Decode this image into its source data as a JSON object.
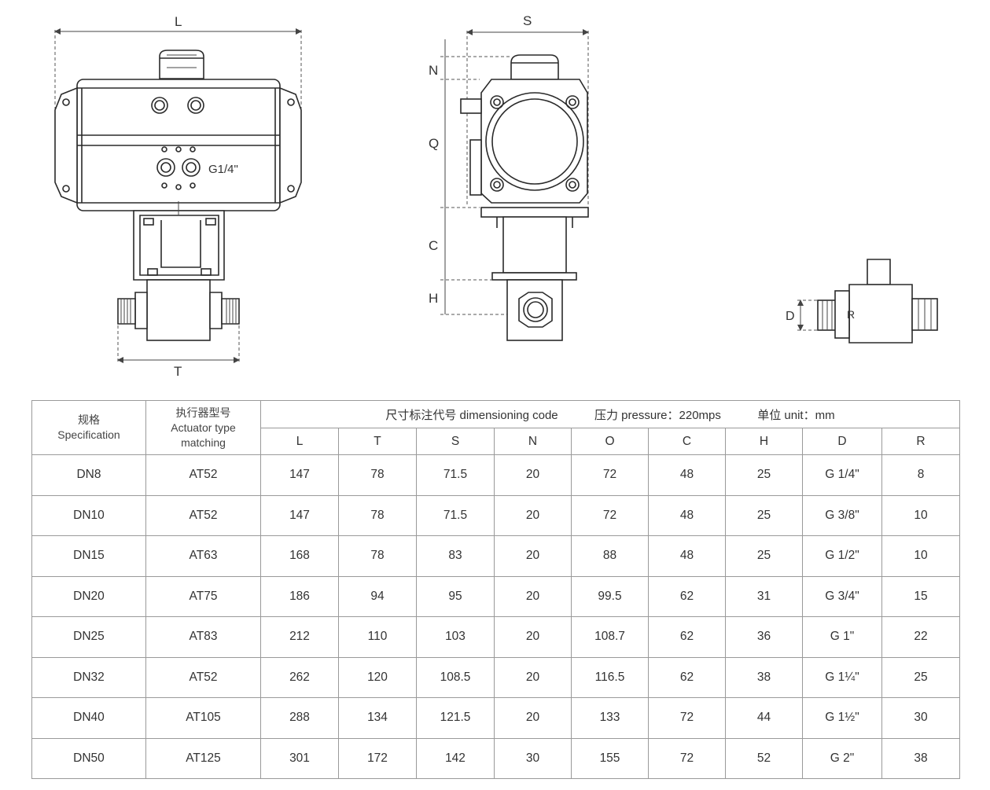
{
  "drawing": {
    "labels": {
      "L": "L",
      "T": "T",
      "S": "S",
      "N": "N",
      "Q": "Q",
      "C": "C",
      "H": "H",
      "D": "D",
      "R": "R"
    },
    "port_label": "G1/4\""
  },
  "table": {
    "col_spec_cn": "规格",
    "col_spec_en": "Specification",
    "col_actuator_cn": "执行器型号",
    "col_actuator_en": "Actuator type",
    "col_actuator_en2": "matching",
    "dims_header": "尺寸标注代号 dimensioning code",
    "pressure": "压力 pressure：220mps",
    "unit": "单位 unit：mm",
    "dim_columns": [
      "L",
      "T",
      "S",
      "N",
      "O",
      "C",
      "H",
      "D",
      "R"
    ],
    "rows": [
      [
        "DN8",
        "AT52",
        "147",
        "78",
        "71.5",
        "20",
        "72",
        "48",
        "25",
        "G 1/4\"",
        "8"
      ],
      [
        "DN10",
        "AT52",
        "147",
        "78",
        "71.5",
        "20",
        "72",
        "48",
        "25",
        "G 3/8\"",
        "10"
      ],
      [
        "DN15",
        "AT63",
        "168",
        "78",
        "83",
        "20",
        "88",
        "48",
        "25",
        "G 1/2\"",
        "10"
      ],
      [
        "DN20",
        "AT75",
        "186",
        "94",
        "95",
        "20",
        "99.5",
        "62",
        "31",
        "G 3/4\"",
        "15"
      ],
      [
        "DN25",
        "AT83",
        "212",
        "110",
        "103",
        "20",
        "108.7",
        "62",
        "36",
        "G 1\"",
        "22"
      ],
      [
        "DN32",
        "AT52",
        "262",
        "120",
        "108.5",
        "20",
        "116.5",
        "62",
        "38",
        "G 1¼\"",
        "25"
      ],
      [
        "DN40",
        "AT105",
        "288",
        "134",
        "121.5",
        "20",
        "133",
        "72",
        "44",
        "G 1½\"",
        "30"
      ],
      [
        "DN50",
        "AT125",
        "301",
        "172",
        "142",
        "30",
        "155",
        "72",
        "52",
        "G 2\"",
        "38"
      ]
    ]
  }
}
